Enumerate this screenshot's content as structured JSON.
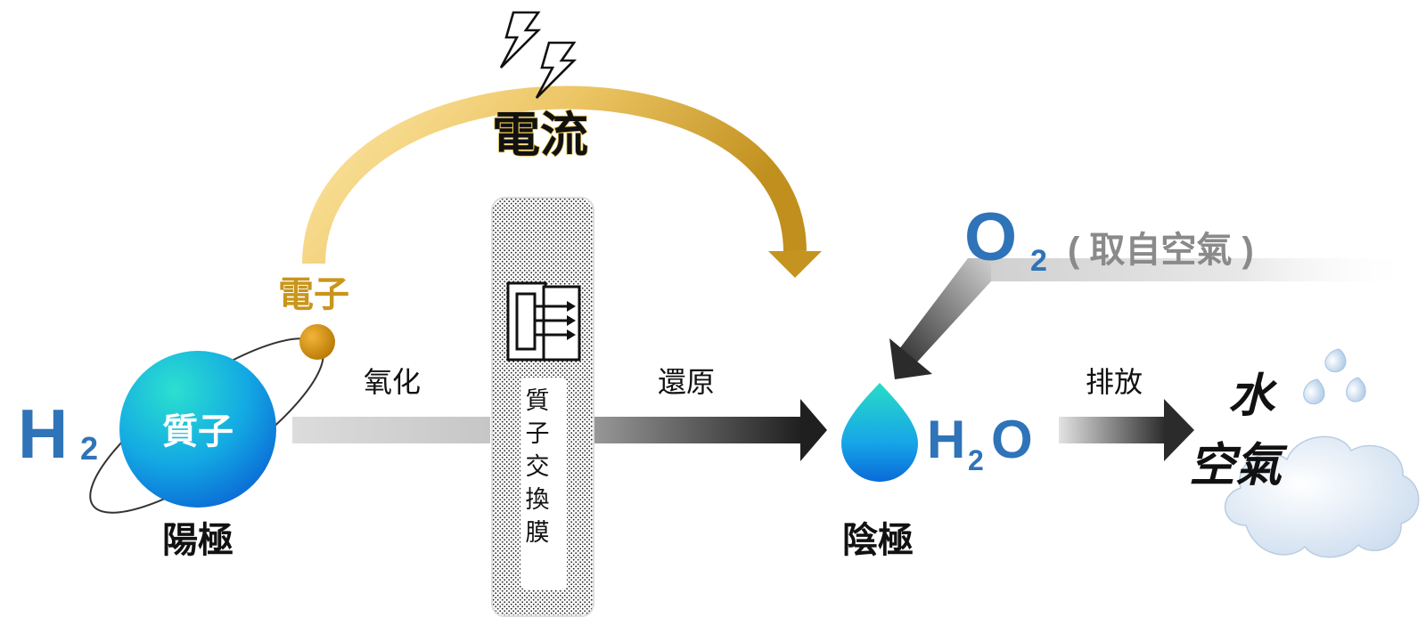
{
  "title": {
    "current": "電流"
  },
  "labels": {
    "electron": "電子",
    "proton": "質子",
    "anode": "陽極",
    "cathode": "陰極",
    "oxidation": "氧化",
    "reduction": "還原",
    "release": "排放",
    "air_source": "( 取自空氣 )"
  },
  "membrane": {
    "chars": [
      "質",
      "子",
      "交",
      "換",
      "膜"
    ]
  },
  "formulas": {
    "hydrogen": {
      "symbol": "H",
      "subscript": "2"
    },
    "oxygen": {
      "symbol": "O",
      "subscript": "2"
    },
    "water": {
      "symbol1": "H",
      "subscript": "2",
      "symbol2": "O"
    }
  },
  "outputs": {
    "water": "水",
    "air": "空氣"
  },
  "colors": {
    "formula_blue": "#2f73b8",
    "electron_gold": "#c9951c",
    "current_arrow_light": "#f8df9a",
    "current_arrow_dark": "#c7951f",
    "proton_sphere_top": "#23d5d0",
    "proton_sphere_bottom": "#0a6ad8",
    "arrow_light_gray": "#d6d6d6",
    "arrow_dark": "#2b2b2b"
  }
}
